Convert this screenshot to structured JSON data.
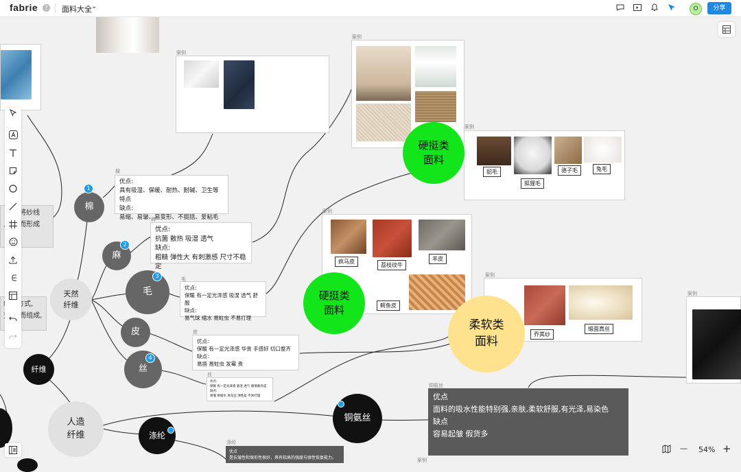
{
  "app": {
    "logo": "fabrie",
    "help": "?",
    "doc_title": "面料大全",
    "chevron": "⌄",
    "avatar": "O",
    "share": "分享"
  },
  "zoom": {
    "level": "54%",
    "minus": "—",
    "plus": "+"
  },
  "nodes": {
    "cotton": "棉",
    "linen": "麻",
    "wool": "毛",
    "leather": "皮",
    "silk": "丝",
    "natural": "天然\n纤维",
    "fiber": "纤维",
    "man_made": "人造\n纤维",
    "polyester": "涤纶",
    "cupro": "铜氨丝",
    "stiff1": "硬挺类\n面料",
    "stiff2": "硬挺类\n面料",
    "soft": "柔软类\n面料"
  },
  "badges": [
    "1",
    "2",
    "3",
    "4"
  ],
  "captions": {
    "example": "案例",
    "cotton": "棉",
    "linen": "麻",
    "wool": "毛",
    "leather": "皮",
    "silk": "丝",
    "cupro": "铜氨丝",
    "polyester": "涤纶"
  },
  "notes": {
    "cotton": {
      "pros_t": "优点:",
      "pros": "具有吸湿、保暖、耐热、耐碱、卫生等特点",
      "cons_t": "缺点:",
      "cons": "易缩、易皱、易变形、不挺括、爱粘毛"
    },
    "linen": {
      "pros_t": "优点:",
      "pros": "抗菌 散热 吸湿 透气",
      "cons_t": "缺点:",
      "cons": "粗糙 弹性大 有刺激感 尺寸不稳定"
    },
    "wool": {
      "pros_t": "优点:",
      "pros": "保暖 有一定光泽感 吸湿 透气 舒服",
      "cons_t": "缺点:",
      "cons": "易气球 缩水 易蛀虫 不易打理"
    },
    "leather": {
      "pros_t": "优点:",
      "pros": "保暖 有一定光泽感 华贵 手感好 切口整齐",
      "cons_t": "缺点:",
      "cons": "易捂 易蛀虫 发霉 贵"
    },
    "silk": {
      "pros_t": "优点:",
      "pros": "保暖 有一定光泽感 吸湿 透气 顺滑素丹成",
      "cons_t": "缺点:",
      "cons": "易皱 易缩水 易勾丝 弹性差 不易打理"
    },
    "cupro": {
      "pros_t": "优点",
      "pros": "面料的吸水性能特别强,亲肤,柔软舒服,有光泽,易染色",
      "cons_t": "缺点",
      "cons": "容易起皱 假货多"
    },
    "polyester": {
      "pros_t": "优点",
      "pros": "是抗皱性和保形性很好，具有较高的强度与弹性恢复能力。"
    }
  },
  "partial_left": {
    "p1": "刂   计将纱线\n且   差而形成",
    "p2": "组织方式,\n交   出而组成,"
  },
  "labels": {
    "mink": "貂毛",
    "fox": "狐狸毛",
    "camel": "骆子毛",
    "rabbit": "兔毛",
    "suede": "疯马皮",
    "lychee": "荔枝纹牛",
    "sheep": "羊皮",
    "croc": "鳄鱼皮",
    "georgette": "乔其纱",
    "satin": "缎面真丝"
  },
  "toolbar_icons": [
    "select-icon",
    "text-style-icon",
    "text-icon",
    "sticky-note-icon",
    "circle-icon",
    "line-icon",
    "frame-icon",
    "emoji-icon",
    "upload-icon",
    "mindmap-icon",
    "table-icon",
    "undo-icon",
    "redo-icon"
  ],
  "colors": {
    "green": "#12e61a",
    "yellow": "#ffe28e",
    "node_gray": "#666666",
    "accent": "#1e88e5"
  }
}
